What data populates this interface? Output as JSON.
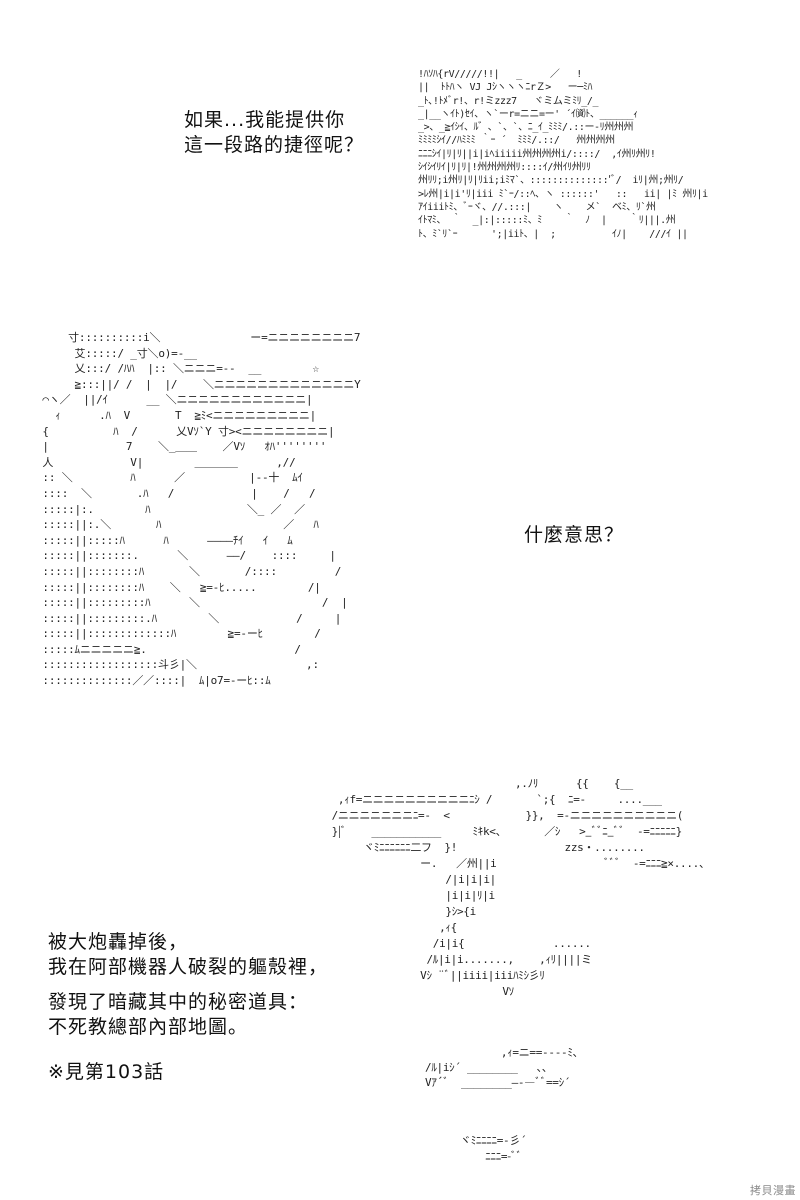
{
  "captions": {
    "shortcut_line1": "如果...我能提供你",
    "shortcut_line2": "這一段路的捷徑呢？",
    "what_mean": "什麼意思？",
    "story_line1": "被大炮轟掉後，",
    "story_line2": "我在阿部機器人破裂的軀殼裡，",
    "story_line3": "發現了暗藏其中的秘密道具：",
    "story_line4": "不死教總部內部地圖。",
    "footnote": "※見第103話"
  },
  "watermark": "拷貝漫畫",
  "ascii_art": {
    "dark_figure": "!ﾊｿﾊ{rV/////!!|   _     ／   !\n||  ﾄﾄﾊヽ VJ JｼヽヽヽﾆrＺ>   ー─ﾐﾊ\n_ﾄ､!ﾄﾒﾞr!、r!ミzzz7   ヾミムミﾐﾘ_/_\n_|__ヽｲﾄ)ｾｲ、ヽ`ーr=ニニ=ー' ´ｲ㈾ﾄ、______ｨ\n_>、_≧ｲｼｲ、ﾙ゛、`、`、ﾆ_ｲ_ﾐﾐﾐ/.::ー‐ﾘ州州州\nﾐﾐﾐﾐｼｲ//ﾊﾐﾐﾐ ｀ｰ ´  ﾐﾐﾐ/.::/   州州州州\nﾆﾆﾆｼｲ|ﾘ|ﾘ||i|iﾍiiiii州州州州i/::::/  ,ｲ州ﾘ州ﾘ!\nｼｲｼｲﾘｲ|ﾘ|ﾘ|!州州州州ﾘ::::ｲ/州ｲﾘ州ﾘﾘ\n州ﾘﾘ;i州ﾘ|ﾘ|ﾘii;iﾐﾏ`、::::::::::::::'ﾞ/  iﾘ|州;州ﾘ/\n>ﾚ州|i|i'ﾘ|iii ﾐ`ｰ/::ﾍ、ヽ ::::::'   ::   ii| |ﾐ 州ﾘ|i\nｱｲiiiﾄﾐ、ﾞｰヾ、//.:::|    ヽ    メ`  ベﾐ、ﾘ`州\nｲﾄﾏﾐ、 ｀  _|:|:::::ﾐ、ﾐ    ｀  ﾉ  |    ｀ﾘ|||.州\nﾄ、ﾐ`ﾘ`ｰ      ';|iiﾄ、|  ;          ｲﾉ|    ///ｲ ||",
    "face": "     寸::::::::::i＼              ー=ニニニニニニニニ7\n      艾:::::/ _寸＼o)=-__\n      乂:::/ /ﾊﾊ  |:: ＼ニニニ=--  __        ☆\n      ≧:::||/ /  |  |/    ＼ニニニニニニニニニニニニニY\n ⌒ヽ／  ||/ｲ      __ ＼ニニニニニニニニニニニニ|\n   ｨ      .ﾊ  V       T  ≧ﾐ<ニニニニニニニニニ|\n {          ﾊ  /      乂Vｿ`Y 寸><ニニニニニニニニ|\n |            7    ＼_＿＿    ／Vｿ   ｵﾊ''''''''\n 人            V|        ＿＿＿＿      ,//\n :: ＼         ﾊ      ／          |--十  ﾑｲ\n ::::  ＼       .ﾊ   /            |    /   /\n :::::|:.        ﾊ               ＼_ ／  ／\n :::::||:.＼       ﾊ                   ／   ﾊ\n :::::||:::::ﾊ      ﾊ      ――――ﾁｲ   ｲ   ﾑ\n :::::||:::::::.      ＼      ――/    ::::     |\n :::::||::::::::ﾊ       ＼       /::::         /\n :::::||::::::::ﾊ    ＼   ≧=-ﾋ.....        /|\n :::::||:::::::::ﾊ      ＼                   /  |\n :::::||:::::::::.ﾊ        ＼            /     |\n :::::||:::::::::::::ﾊ        ≧=‐ーﾋ        /\n :::::ﾑニニニニニ≧.                       /\n ::::::::::::::::::斗彡|＼                 ,:\n ::::::::::::::／／::::|  ﾑ|o7=-ーﾋ::ﾑ",
    "glasses": "                                  ,.ﾉﾘ      {{    {__\n      ,ｨf=ニニニニニニニニニニﾆｼ /       `;{  ﾆ=-     ....___\n     /ニニニニニニニﾆ=-  <            }},  =-ニニニニニニニニニニ(\n     }|ﾞ    ___________     ﾐｷk<、      ／ｼ   >_ﾞﾞﾆ_ﾞﾞ  -=ﾆﾆﾆﾆﾆ}\n          ヾﾐﾆﾆﾆﾆﾆﾆ二フ  }!                 zzs・........\n                   ー.   ／州||i                 ﾞﾞﾞ  -=ﾆﾆﾆ≧×....、\n                       /|i|i|i|\n                       |i|i|ﾘ|i\n                       }ｼ>{i\n                      ,ｨ{\n                     /i|i{              ......\n                    /ﾙ|i|i.......,    ,ｨﾘ||||ミ\n                   Vｼ ¨ﾞ||iiii|iiiﾊﾐｼ彡ﾘ\n                                Vｿ",
    "mouth": "            ,ｨ=ニ==---‐ﾐ、\n/ﾙ|iｼ´ ________   、、\nVｱ´ﾞ  ________―‐―ﾞﾞ==ｼ´",
    "chin": "ヾﾐﾆﾆﾆﾆ=-彡´\n    ﾆﾆﾆ=-ﾞﾞ"
  }
}
